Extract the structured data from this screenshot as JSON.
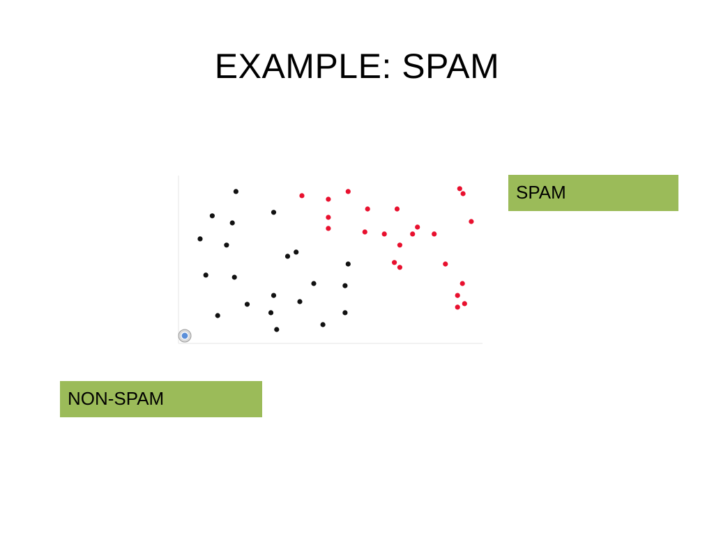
{
  "slide": {
    "title": "EXAMPLE: SPAM"
  },
  "labels": {
    "spam": "SPAM",
    "non_spam": "NON-SPAM"
  },
  "colors": {
    "spam_point": "#e8102e",
    "non_spam_point": "#111111",
    "label_fill": "#9bbb59",
    "axis": "#e6e6e6"
  },
  "chart_data": {
    "type": "scatter",
    "title": "",
    "xlabel": "",
    "ylabel": "",
    "xlim": [
      0,
      100
    ],
    "ylim": [
      0,
      100
    ],
    "grid": false,
    "legend": "none",
    "series": [
      {
        "name": "NON-SPAM",
        "color": "#111111",
        "points": [
          [
            18.9,
            90.5
          ],
          [
            11.1,
            76.0
          ],
          [
            17.7,
            71.8
          ],
          [
            31.3,
            78.1
          ],
          [
            7.1,
            62.3
          ],
          [
            15.8,
            58.6
          ],
          [
            35.9,
            51.9
          ],
          [
            38.7,
            54.4
          ],
          [
            55.8,
            47.3
          ],
          [
            9.0,
            40.7
          ],
          [
            18.4,
            39.4
          ],
          [
            44.5,
            35.7
          ],
          [
            54.8,
            34.4
          ],
          [
            22.6,
            23.3
          ],
          [
            31.3,
            28.6
          ],
          [
            39.9,
            24.9
          ],
          [
            12.9,
            16.6
          ],
          [
            30.4,
            18.3
          ],
          [
            54.8,
            18.3
          ],
          [
            32.3,
            8.3
          ],
          [
            47.5,
            11.2
          ]
        ]
      },
      {
        "name": "SPAM",
        "color": "#e8102e",
        "points": [
          [
            40.6,
            88.0
          ],
          [
            49.3,
            85.9
          ],
          [
            55.8,
            90.5
          ],
          [
            62.2,
            80.1
          ],
          [
            71.9,
            80.1
          ],
          [
            49.3,
            75.1
          ],
          [
            49.3,
            68.5
          ],
          [
            61.3,
            66.4
          ],
          [
            67.7,
            65.2
          ],
          [
            78.6,
            69.3
          ],
          [
            77.0,
            65.2
          ],
          [
            84.1,
            65.2
          ],
          [
            72.8,
            58.6
          ],
          [
            71.0,
            48.2
          ],
          [
            72.8,
            45.3
          ],
          [
            87.8,
            47.3
          ],
          [
            92.5,
            92.2
          ],
          [
            93.6,
            89.2
          ],
          [
            96.3,
            72.6
          ],
          [
            93.4,
            35.7
          ],
          [
            91.8,
            28.6
          ],
          [
            94.1,
            23.7
          ],
          [
            91.8,
            21.6
          ]
        ]
      }
    ]
  }
}
